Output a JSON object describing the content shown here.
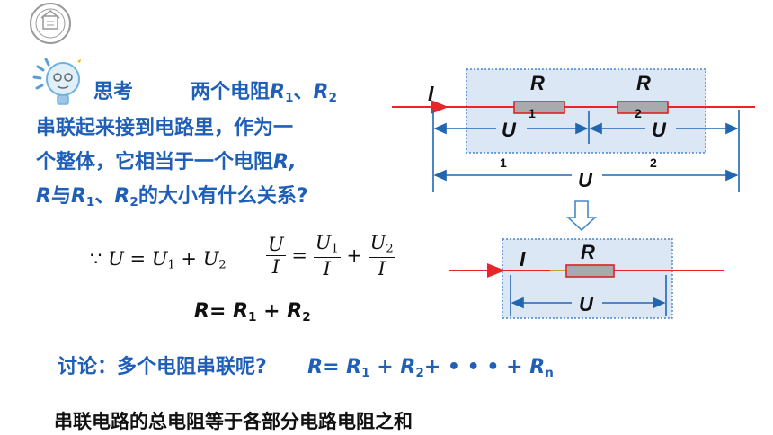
{
  "logo": {
    "name": "school-seal-logo"
  },
  "think": {
    "label": "思考",
    "line1_pre": "两个电阻",
    "r": "R",
    "sub1": "1",
    "sep": "、",
    "sub2": "2",
    "line2": "串联起来接到电路里，作为一",
    "line3_pre": "个整体，它相当于一个电阻",
    "line3_r": "R,",
    "line4_r": "R",
    "line4_mid": "与",
    "line4_post": "的大小有什么关系?"
  },
  "formula": {
    "because": "∵",
    "U": "U",
    "eq": "=",
    "plus": "+",
    "I": "I",
    "s1": "1",
    "s2": "2",
    "result_R": "R",
    "result_eq": "=",
    "result_plus": "+"
  },
  "diagram_top": {
    "current": "I",
    "r_label": "R",
    "r1_sub": "1",
    "r2_sub": "2",
    "u_label": "U",
    "u1_sub": "1",
    "u2_sub": "2",
    "total_u": "U"
  },
  "diagram_bottom": {
    "current": "I",
    "r_label": "R",
    "u_label": "U"
  },
  "discuss": {
    "label": "讨论：多个电阻串联呢?",
    "R": "R",
    "eq": "=",
    "plus": "+",
    "dots": "+ • • • +",
    "sub1": "1",
    "sub2": "2",
    "subn": "n"
  },
  "conclusion": "串联电路的总电阻等于各部分电路电阻之和",
  "colors": {
    "blue": "#1f5fb8",
    "wire": "#e8262a",
    "box_fill": "#dbe7f5",
    "box_border": "#4a86c8",
    "resistor_fill": "#a9aaad"
  }
}
